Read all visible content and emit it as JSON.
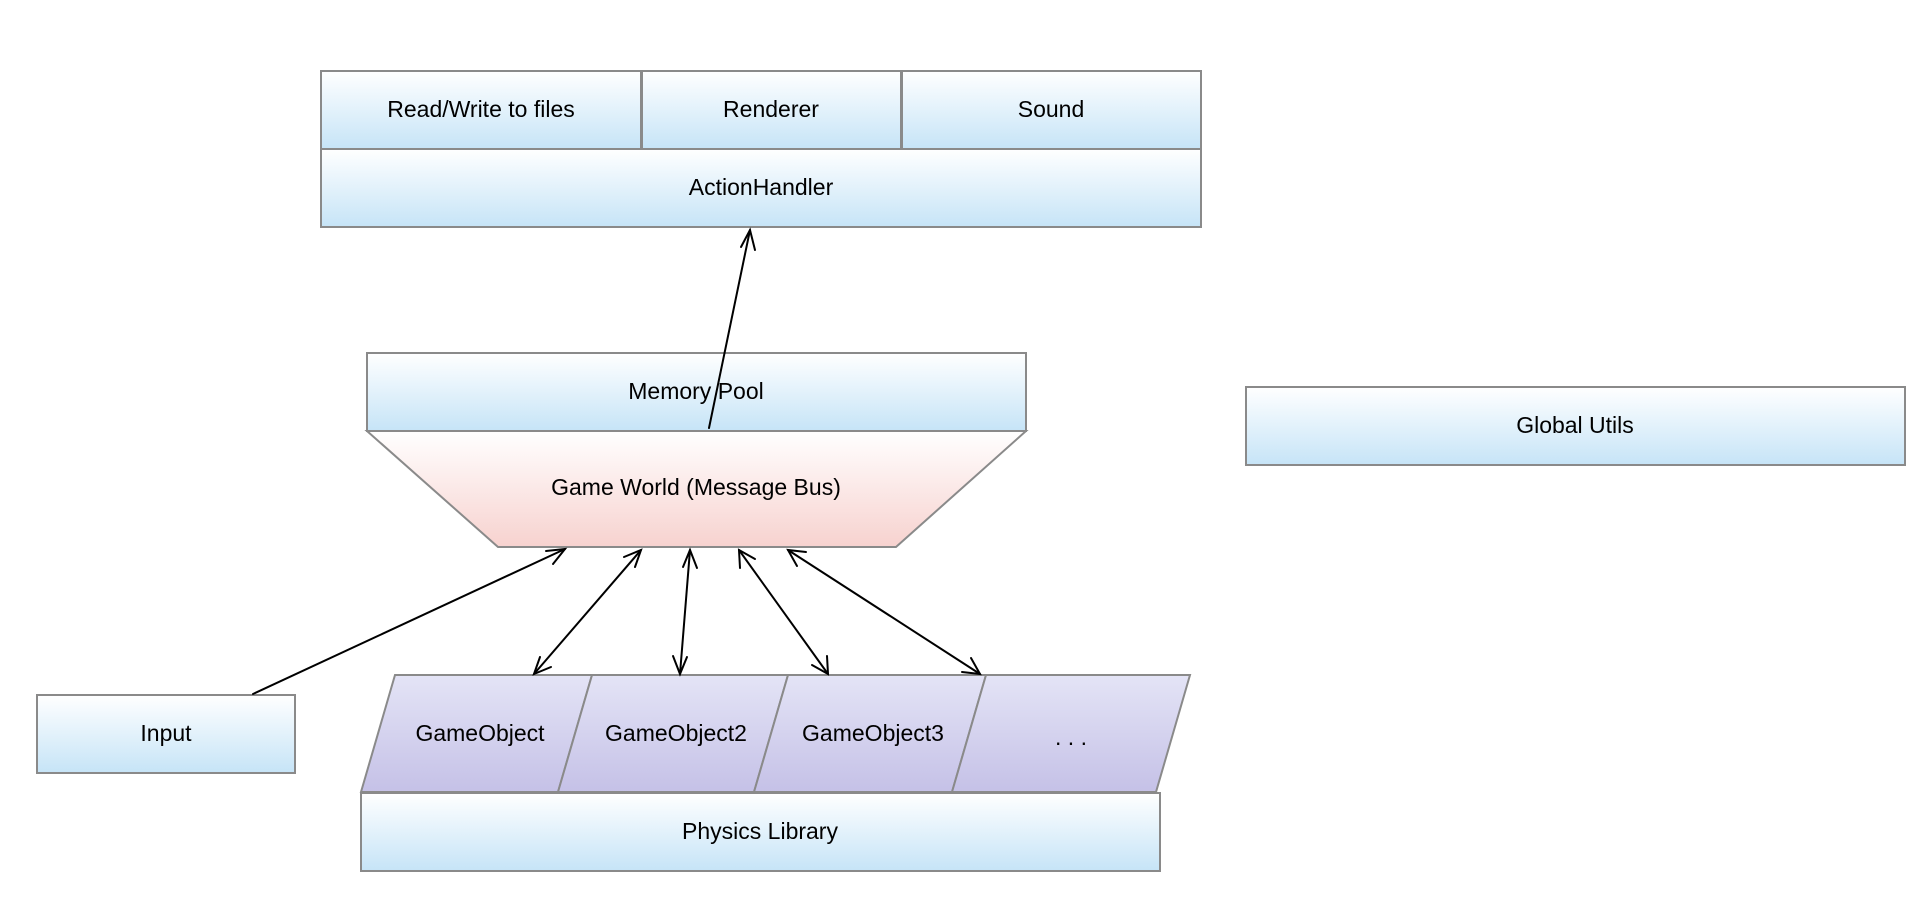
{
  "diagram": {
    "top_stack": {
      "files_label": "Read/Write to files",
      "renderer_label": "Renderer",
      "sound_label": "Sound",
      "action_handler_label": "ActionHandler"
    },
    "memory_pool_label": "Memory Pool",
    "game_world_label": "Game World (Message Bus)",
    "global_utils_label": "Global Utils",
    "input_label": "Input",
    "game_objects": [
      "GameObject",
      "GameObject2",
      "GameObject3",
      ". . ."
    ],
    "physics_library_label": "Physics Library"
  }
}
